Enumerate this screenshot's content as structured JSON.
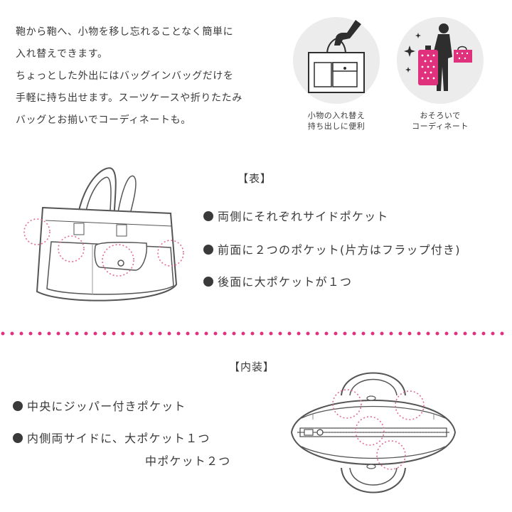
{
  "intro": {
    "line1": "鞄から鞄へ、小物を移し忘れることなく簡単に",
    "line2": "入れ替えできます。",
    "line3": "ちょっとした外出にはバッグインバッグだけを",
    "line4": "手軽に持ち出せます。スーツケースや折りたたみ",
    "line5": "バッグとお揃いでコーディネートも。"
  },
  "icons": [
    {
      "icon": "hand-carry-bag-icon",
      "caption_l1": "小物の入れ替え",
      "caption_l2": "持ち出しに便利"
    },
    {
      "icon": "coordinate-person-icon",
      "caption_l1": "おそろいで",
      "caption_l2": "コーディネート"
    }
  ],
  "exterior": {
    "heading": "【表】",
    "features": [
      "両側にそれぞれサイドポケット",
      "前面に２つのポケット(片方はフラップ付き)",
      "後面に大ポケットが１つ"
    ]
  },
  "interior": {
    "heading": "【内装】",
    "features": [
      "中央にジッパー付きポケット",
      "内側両サイドに、大ポケット１つ",
      "中ポケット２つ"
    ]
  },
  "colors": {
    "accent_pink": "#e0327c",
    "text": "#3a3a3a",
    "icon_bg": "#ececec",
    "highlight_circle": "#e26a9a"
  }
}
